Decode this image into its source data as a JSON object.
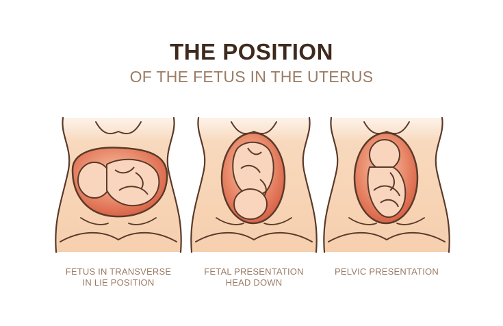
{
  "header": {
    "title": "THE POSITION",
    "subtitle": "OF THE FETUS IN THE UTERUS"
  },
  "panels": [
    {
      "caption_line1": "FETUS IN TRANSVERSE",
      "caption_line2": "IN LIE POSITION"
    },
    {
      "caption_line1": "FETAL PRESENTATION",
      "caption_line2": "HEAD DOWN"
    },
    {
      "caption_line1": "PELVIC PRESENTATION",
      "caption_line2": ""
    }
  ],
  "colors": {
    "outline": "#5a3a2a",
    "skin": "#f8d9bd",
    "uterus": "#d9654a",
    "uterus_inner": "#f3b79b",
    "title": "#3f2a1d",
    "caption": "#9a7b64"
  },
  "icons": [
    "torso-illustration",
    "uterus-illustration",
    "fetus-illustration"
  ]
}
